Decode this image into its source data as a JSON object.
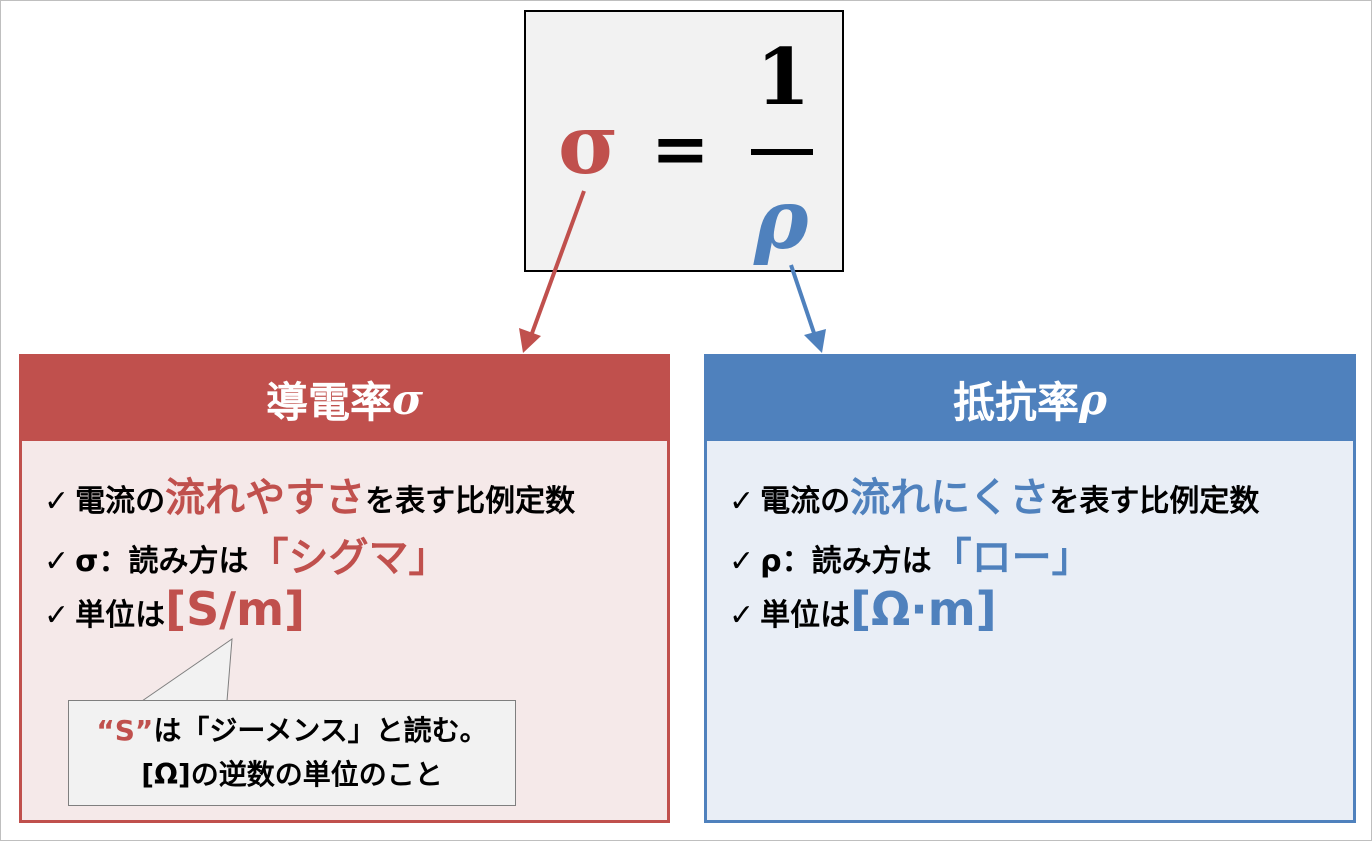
{
  "formula": {
    "lhs": "σ",
    "equals": "=",
    "numerator": "1",
    "denominator": "ρ"
  },
  "colors": {
    "red": "#c0504d",
    "blue": "#4f81bd"
  },
  "conductivity": {
    "title": "導電率",
    "title_symbol": "σ",
    "check": "✓",
    "line1": {
      "pre": "電流の",
      "highlight": "流れやすさ",
      "post": "を表す比例定数"
    },
    "line2": {
      "pre": "σ：読み方は",
      "highlight": "「シグマ」"
    },
    "line3": {
      "pre": "単位は",
      "highlight": "[S/m]"
    },
    "callout": {
      "highlight": "“S”",
      "line1_rest": "は「ジーメンス」と読む。",
      "line2": "[Ω]の逆数の単位のこと"
    }
  },
  "resistivity": {
    "title": "抵抗率",
    "title_symbol": "ρ",
    "check": "✓",
    "line1": {
      "pre": "電流の",
      "highlight": "流れにくさ",
      "post": "を表す比例定数"
    },
    "line2": {
      "pre": "ρ：読み方は",
      "highlight": "「ロー」"
    },
    "line3": {
      "pre": "単位は",
      "highlight": "[Ω·m]"
    }
  }
}
